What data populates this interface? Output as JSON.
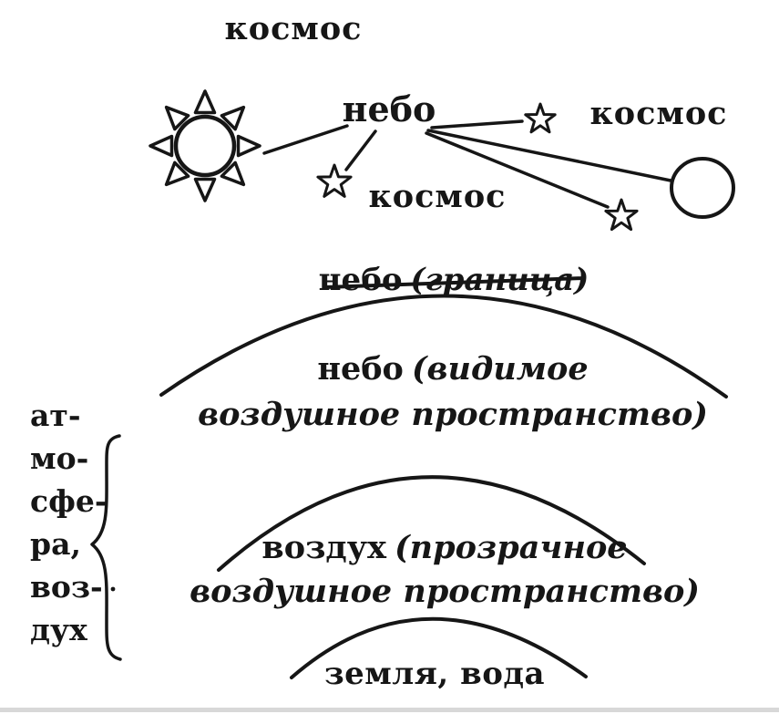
{
  "palette": {
    "ink": "#161616",
    "paper": "#ffffff",
    "scan_artifact": "#cbcbcb"
  },
  "top_scene": {
    "cosmos_top_label": "космос",
    "sky_node_label": "небо",
    "cosmos_right_label": "космос",
    "cosmos_middle_label": "космос",
    "icons": [
      {
        "name": "sun-icon",
        "shape": "circle with 8 hollow triangular rays"
      },
      {
        "name": "star-left-icon",
        "shape": "five-pointed outline star"
      },
      {
        "name": "star-right-icon",
        "shape": "five-pointed outline star"
      },
      {
        "name": "star-bottom-icon",
        "shape": "five-pointed outline star"
      },
      {
        "name": "moon-icon",
        "shape": "outline circle"
      }
    ]
  },
  "layers": {
    "boundary": {
      "word": "небо",
      "qualifier": "(граница)",
      "struck_through": true
    },
    "visible": {
      "word": "небо",
      "qualifier_line1": "(видимое",
      "qualifier_line2": "воздушное пространство)"
    },
    "transparent": {
      "word": "воздух",
      "qualifier_line1": "(прозрачное",
      "qualifier_line2": "воздушное пространство)"
    },
    "ground_label": "земля, вода"
  },
  "side_label": {
    "lines": [
      "ат-",
      "мо-",
      "сфе-",
      "ра,",
      "воз-",
      "дух"
    ]
  }
}
